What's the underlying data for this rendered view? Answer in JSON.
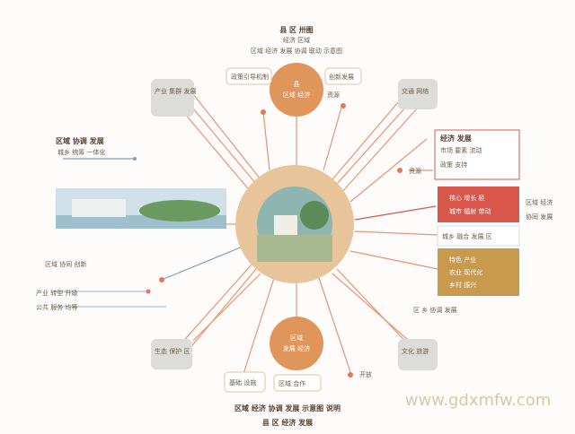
{
  "title": {
    "line1": "县 区 卅图",
    "line2": "经济 区域",
    "line3": "区域 经济 发展 协调 联动 示意图"
  },
  "top_node": {
    "label": "县",
    "sub": "区域 经济"
  },
  "bottom_node": {
    "label": "区域",
    "sub": "发展 经济"
  },
  "labels": {
    "top_left_tag": "政策引导机制",
    "top_right_tag": "创新发展",
    "top_right_small": "资源",
    "gray_top_left": "产业 集群 发展",
    "gray_top_right": "交通 网络",
    "gray_bottom_left": "生态 保护 区",
    "gray_bottom_right": "文化 旅游",
    "left_heading": "区域 协调 发展",
    "left_sub": "城乡 统筹 一体化",
    "left_mid1": "区域 协同 创新",
    "left_mid2": "产业 转型 升级",
    "left_mid3": "公共 服务 均等",
    "right_box_title": "经济 发展",
    "right_box_sub": "市场 要素 流动",
    "right_box_sub2": "政策 支持",
    "right_tag": "资源",
    "red_box_title": "核心 增长 极",
    "red_box_sub": "城市 辐射 带动",
    "right_outside1": "区域 经济",
    "right_outside2": "协同 发展",
    "text_box": "城乡 融合 发展 区",
    "gold_box_title": "特色 产业",
    "gold_box_sub1": "农业 现代化",
    "gold_box_sub2": "乡村 振兴",
    "right_low": "区 乡 协调 发展",
    "bottom_left_tag": "基础 设施",
    "bottom_tag": "区域 合作",
    "bottom_right_tag": "开放",
    "footer1": "区域 经济 协调 发展 示意图 说明",
    "footer2": "县 区 经济 发展"
  },
  "watermark": "www.gdxmfw.com",
  "colors": {
    "orange": "#e0955a",
    "tan": "#e8c49a",
    "red": "#d9574a",
    "gold": "#c99a4e",
    "line": "#e07a55",
    "gray": "#dcdcd8"
  }
}
